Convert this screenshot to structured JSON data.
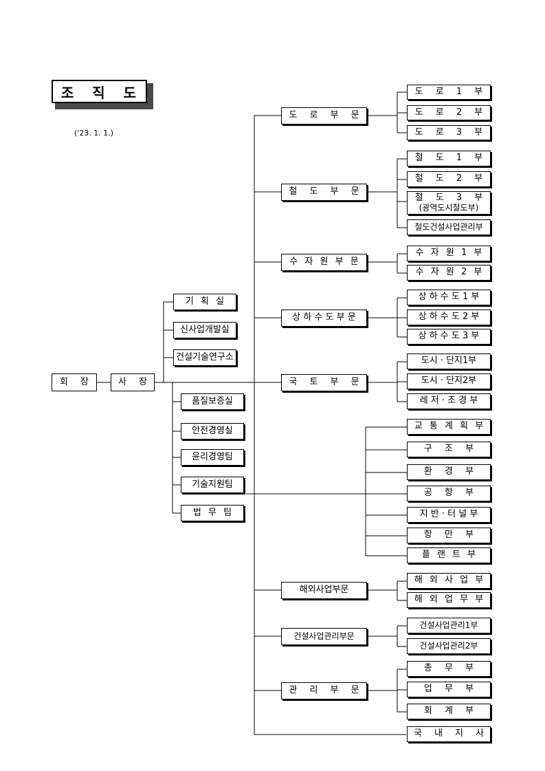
{
  "title": "조 직 도",
  "date": "('23. 1. 1.)",
  "root": {
    "chairman": "회 장",
    "president": "사 장"
  },
  "staff_top": [
    "기 획 실",
    "신사업개발실",
    "건설기술연구소"
  ],
  "staff_bottom": [
    "품질보증실",
    "안전경영실",
    "윤리경영팀",
    "기술지원팀",
    "법 무 팀"
  ],
  "divisions": {
    "road": {
      "name": "도 로 부 문",
      "units": [
        "도 로 1 부",
        "도 로 2 부",
        "도 로 3 부"
      ]
    },
    "rail": {
      "name": "철 도 부 문",
      "units": [
        "철 도 1 부",
        "철 도 2 부",
        "철 도 3 부",
        "철도건설사업관리부"
      ],
      "unit3_sub": "(광역도시철도부)"
    },
    "water": {
      "name": "수 자 원 부 문",
      "units": [
        "수 자 원 1 부",
        "수 자 원 2 부"
      ]
    },
    "waterworks": {
      "name": "상 하 수 도 부 문",
      "units": [
        "상 하 수 도 1 부",
        "상 하 수 도 2 부",
        "상 하 수 도 3 부"
      ]
    },
    "land": {
      "name": "국 토 부 문",
      "units": [
        "도시 · 단지1부",
        "도시 · 단지2부",
        "레 저 · 조 경 부"
      ]
    },
    "direct": [
      "교 통 계 획 부",
      "구 조 부",
      "환 경 부",
      "공 항 부",
      "지 반 · 터 널 부",
      "항 만 부",
      "플 랜 트 부"
    ],
    "overseas": {
      "name": "해외사업부문",
      "units": [
        "해 외 사 업 부",
        "해 외 업 무 부"
      ]
    },
    "cm": {
      "name": "건설사업관리부문",
      "units": [
        "건설사업관리1부",
        "건설사업관리2부"
      ]
    },
    "admin": {
      "name": "관 리 부 문",
      "units": [
        "총 무 부",
        "업 무 부",
        "회 계 부"
      ]
    },
    "branch": "국 내 지 사"
  }
}
